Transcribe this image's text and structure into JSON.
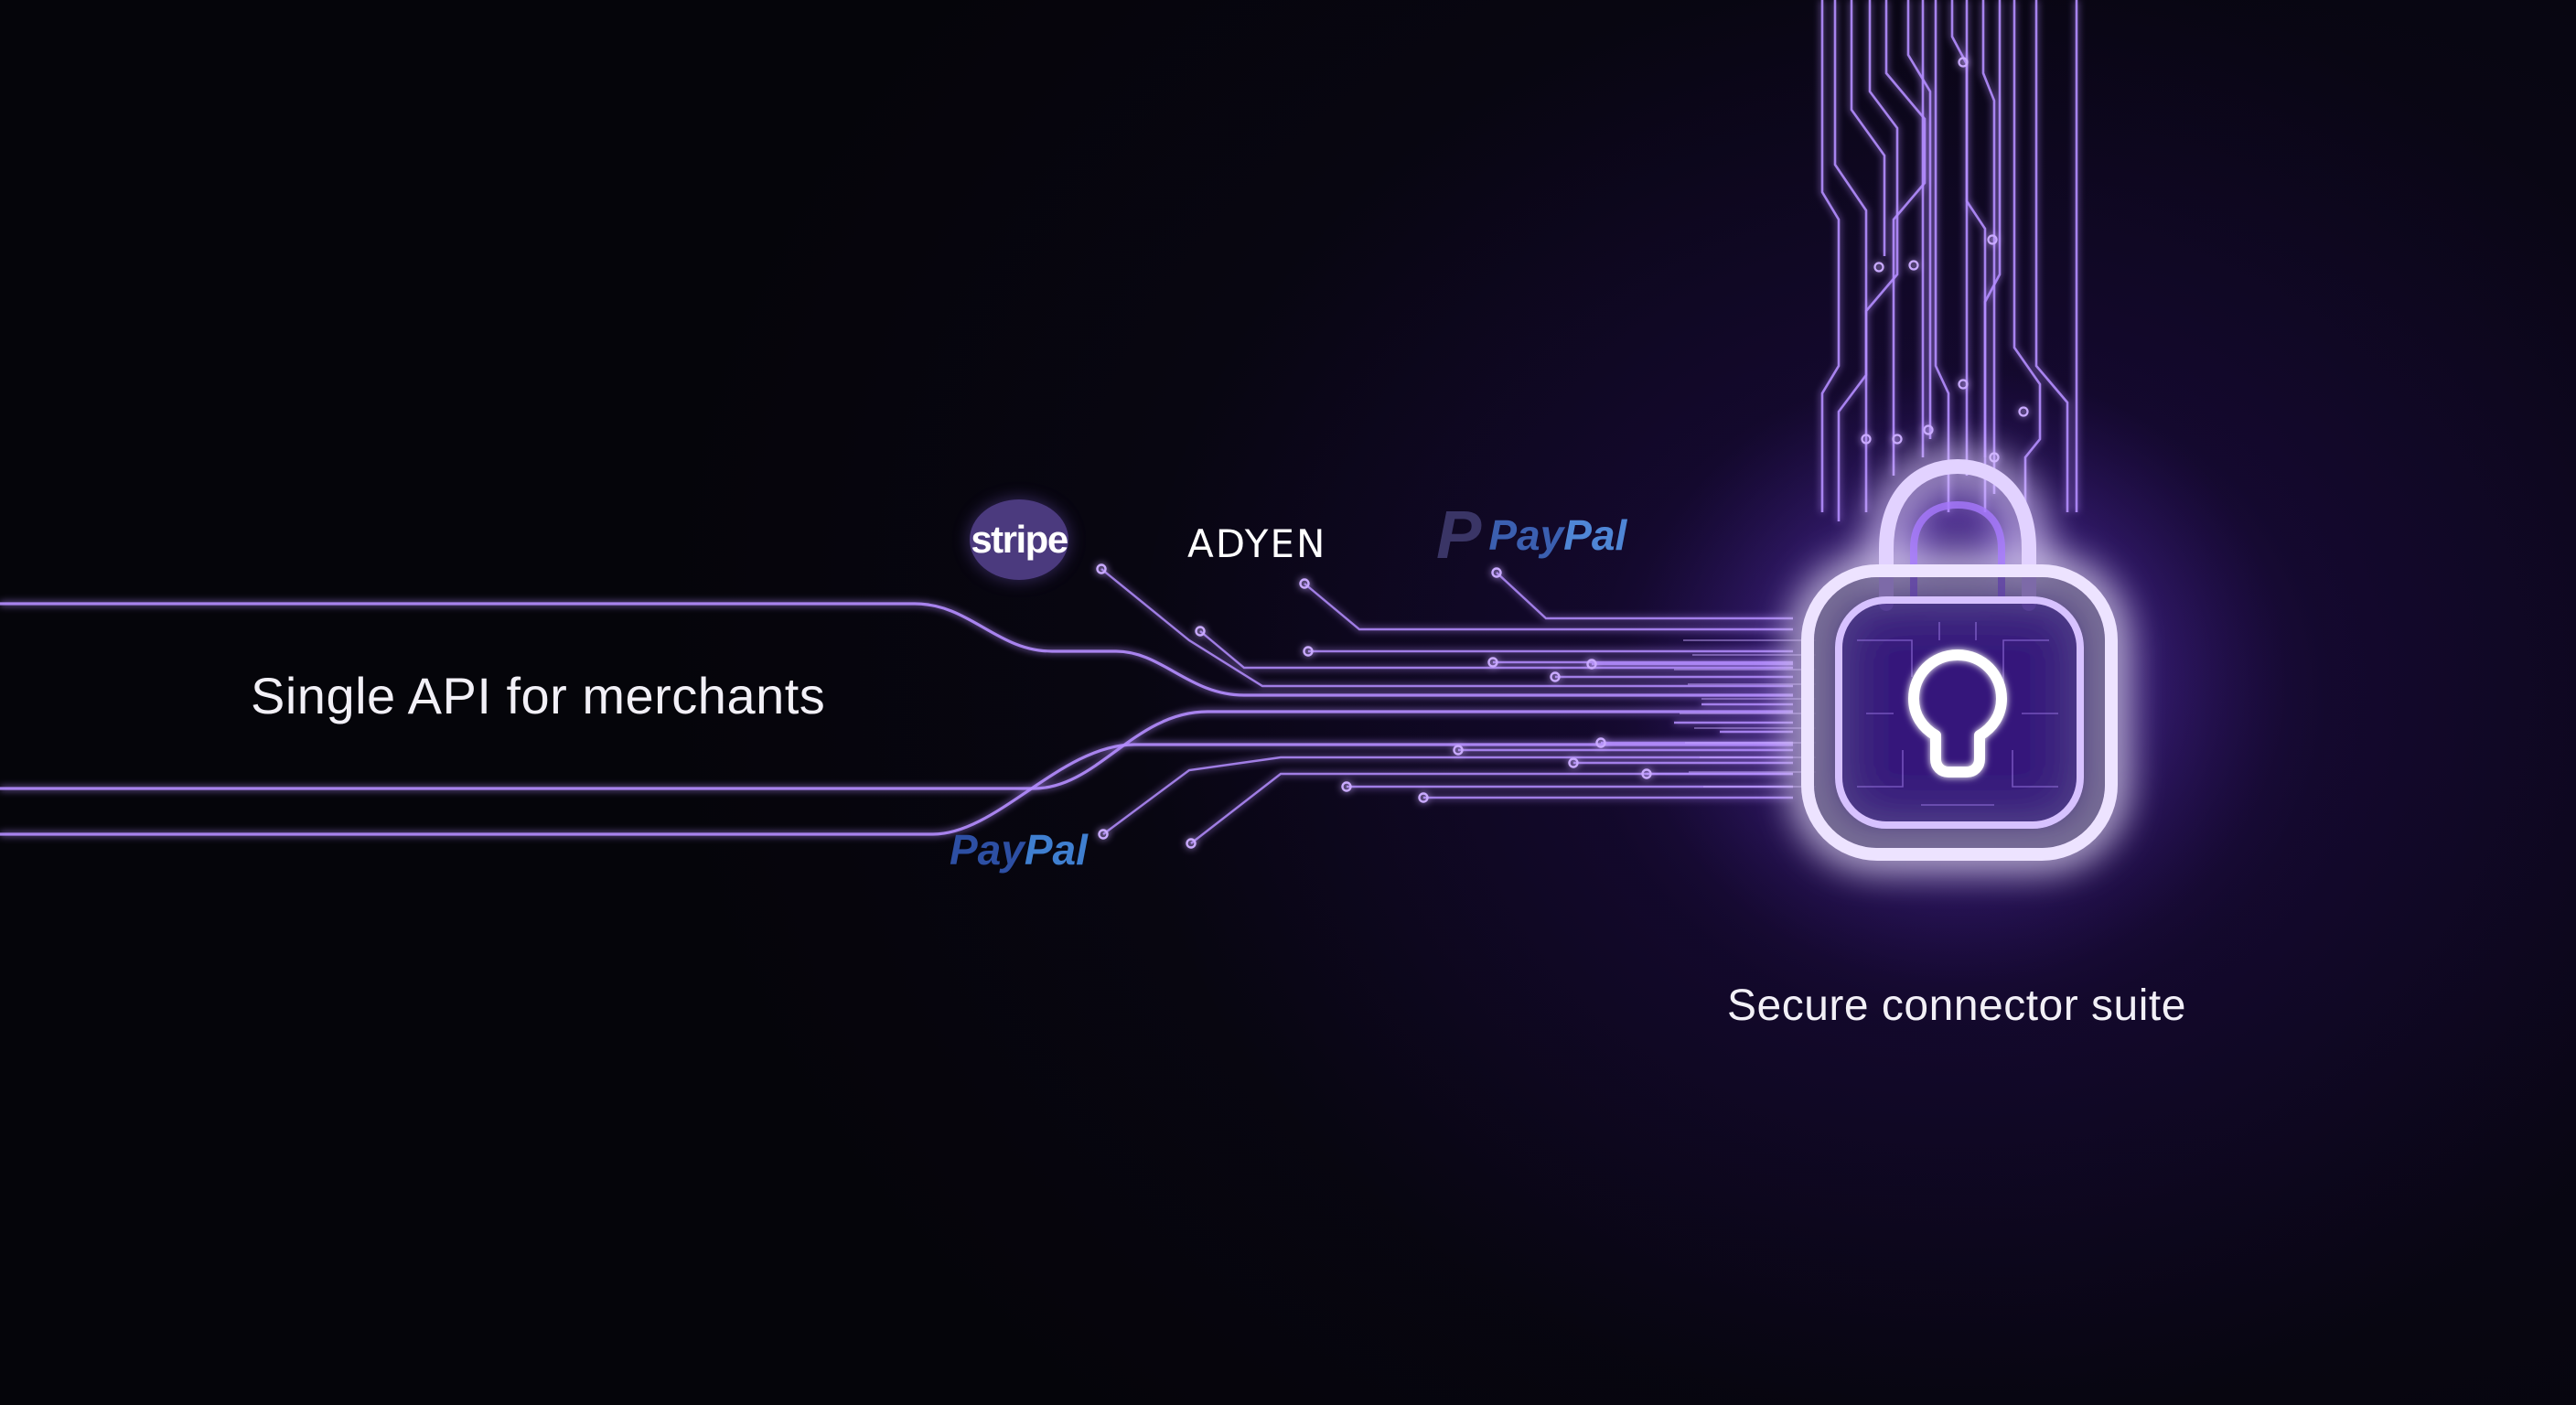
{
  "captions": {
    "left": "Single API for merchants",
    "right": "Secure connector suite"
  },
  "brands": {
    "stripe": "stripe",
    "adyen": "ADYEN",
    "paypal_top": {
      "pay": "Pay",
      "pal": "Pal",
      "mark": "P"
    },
    "paypal_bottom": {
      "pay": "Pay",
      "pal": "Pal"
    }
  },
  "icons": {
    "lock": "padlock-icon",
    "keyhole": "keyhole-icon",
    "circuit": "circuit-traces"
  },
  "colors": {
    "background": "#05050a",
    "glow": "#a87cff",
    "trace": "#b48dff",
    "text": "#f2f0f7",
    "stripe_badge": "#4b3a7e",
    "paypal_dark": "#2d4fa3",
    "paypal_light": "#3f7fd0"
  }
}
